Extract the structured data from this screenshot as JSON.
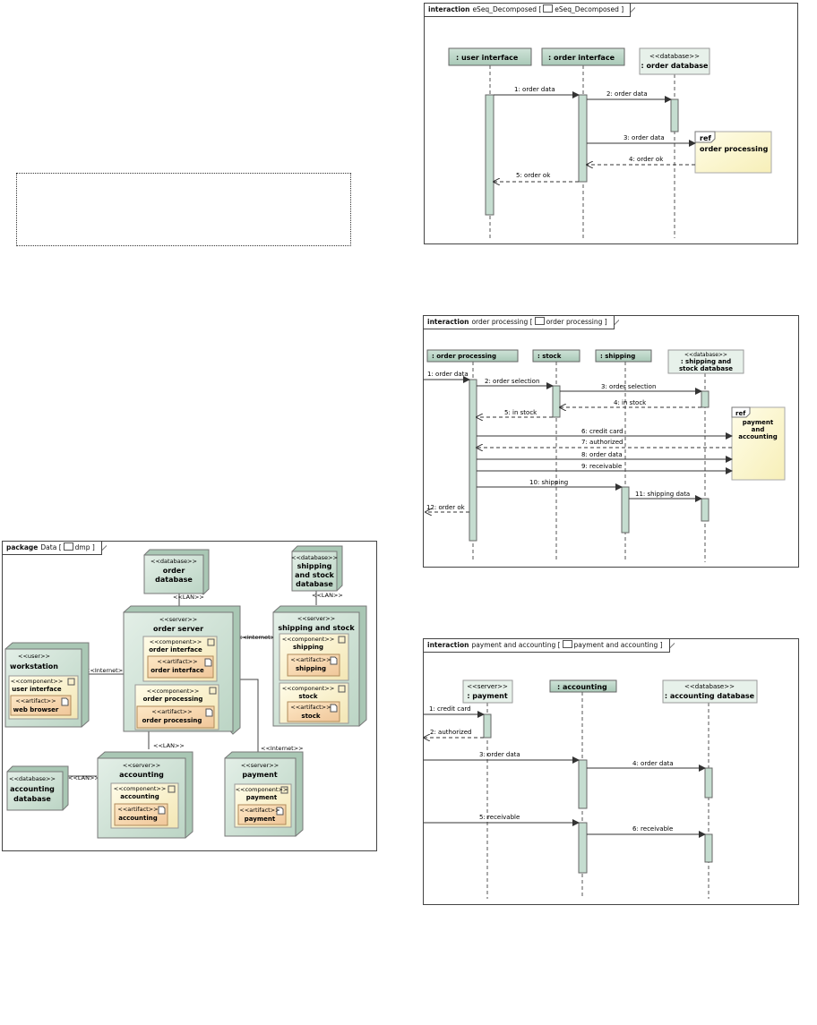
{
  "seq1": {
    "tab_kw": "interaction",
    "tab_name": "eSeq_Decomposed",
    "tab_bracket_name": "eSeq_Decomposed",
    "lifelines": {
      "ui": ": user interface",
      "oi": ": order interface",
      "odb_stereo": "<<database>>",
      "odb": ": order database"
    },
    "ref_kw": "ref",
    "ref_name": "order processing",
    "messages": [
      "1: order data",
      "2: order data",
      "3: order data",
      "4: order ok",
      "5: order ok"
    ]
  },
  "seq2": {
    "tab_kw": "interaction",
    "tab_name": "order processing",
    "tab_bracket_name": "order processing",
    "lifelines": {
      "op": ": order processing",
      "stock": ": stock",
      "ship": ": shipping",
      "db_stereo": "<<database>>",
      "db_l1": ": shipping and",
      "db_l2": "stock database"
    },
    "ref_kw": "ref",
    "ref_l1": "payment",
    "ref_l2": "and",
    "ref_l3": "accounting",
    "messages": [
      "1: order data",
      "2: order selection",
      "3: order selection",
      "4: in stock",
      "5: in stock",
      "6: credit card",
      "7: authorized",
      "8: order data",
      "9: receivable",
      "10: shipping",
      "11: shipping data",
      "12: order ok"
    ]
  },
  "seq3": {
    "tab_kw": "interaction",
    "tab_name": "payment and accounting",
    "tab_bracket_name": "payment and accounting",
    "lifelines": {
      "pay_stereo": "<<server>>",
      "pay": ": payment",
      "acc": ": accounting",
      "adb_stereo": "<<database>>",
      "adb": ": accounting database"
    },
    "messages": [
      "1: credit card",
      "2: authorized",
      "3: order data",
      "4: order data",
      "5: receivable",
      "6: receivable"
    ]
  },
  "deploy": {
    "tab_kw": "package",
    "tab_name": "Data",
    "tab_bracket_name": "dmp",
    "nodes": {
      "orderdb_stereo": "<<database>>",
      "orderdb_l1": "order",
      "orderdb_l2": "database",
      "ssdb_stereo": "<<database>>",
      "ssdb_l1": "shipping",
      "ssdb_l2": "and stock",
      "ssdb_l3": "database",
      "orderserver_stereo": "<<server>>",
      "orderserver": "order server",
      "ss_stereo": "<<server>>",
      "ss": "shipping and stock",
      "ws_stereo": "<<user>>",
      "ws": "workstation",
      "acc_stereo": "<<server>>",
      "acc": "accounting",
      "pay_stereo": "<<server>>",
      "pay": "payment",
      "accdb_stereo": "<<database>>",
      "accdb_l1": "accounting",
      "accdb_l2": "database"
    },
    "component_stereo": "<<component>>",
    "artifact_stereo": "<<artifact>>",
    "components": {
      "oi": "order interface",
      "op": "order processing",
      "ship": "shipping",
      "stock": "stock",
      "ui": "user interface",
      "acc": "accounting",
      "pay": "payment"
    },
    "artifacts": {
      "oi": "order interface",
      "op": "order processing",
      "ship": "shipping",
      "stock": "stock",
      "web": "web browser",
      "acc": "accounting",
      "pay": "payment"
    },
    "links": {
      "lan1": "<<LAN>>",
      "lan2": "<<LAN>>",
      "lan3": "<<LAN>>",
      "lan4": "<<LAN>>",
      "inet1": "<<Internet>>",
      "inet2": "<<Internet>>",
      "inet3": "<<Internet>>"
    }
  }
}
